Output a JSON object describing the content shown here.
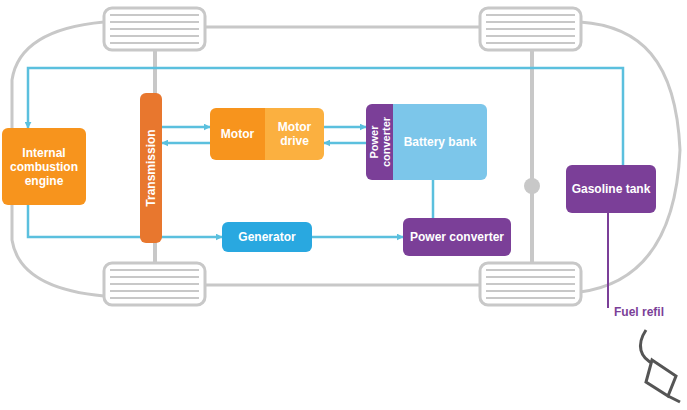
{
  "diagram": {
    "nodes": [
      {
        "text": [
          "Internal combustion engine"
        ]
      },
      {
        "text": [
          "Transmission"
        ]
      },
      {
        "text": [
          "Motor"
        ]
      },
      {
        "text": [
          "Motor drive"
        ]
      },
      {
        "text": [
          "Power converter"
        ]
      },
      {
        "text": [
          "Battery bank"
        ]
      },
      {
        "text": [
          "Gasoline tank"
        ]
      },
      {
        "text": [
          "Generator"
        ]
      },
      {
        "text": [
          "Power converter"
        ]
      }
    ],
    "edges": [
      {
        "from": 6,
        "to": 0,
        "arrow": "to"
      },
      {
        "from": 1,
        "to": 2,
        "arrow": "to"
      },
      {
        "from": 2,
        "to": 1,
        "arrow": "to"
      },
      {
        "from": 3,
        "to": 4,
        "arrow": "to"
      },
      {
        "from": 4,
        "to": 3,
        "arrow": "to"
      },
      {
        "from": 0,
        "to": 7,
        "arrow": "to"
      },
      {
        "from": 7,
        "to": 8,
        "arrow": "to"
      },
      {
        "from": 8,
        "to": 5,
        "arrow": "none"
      }
    ],
    "labels": [
      "Fuel refil"
    ]
  }
}
